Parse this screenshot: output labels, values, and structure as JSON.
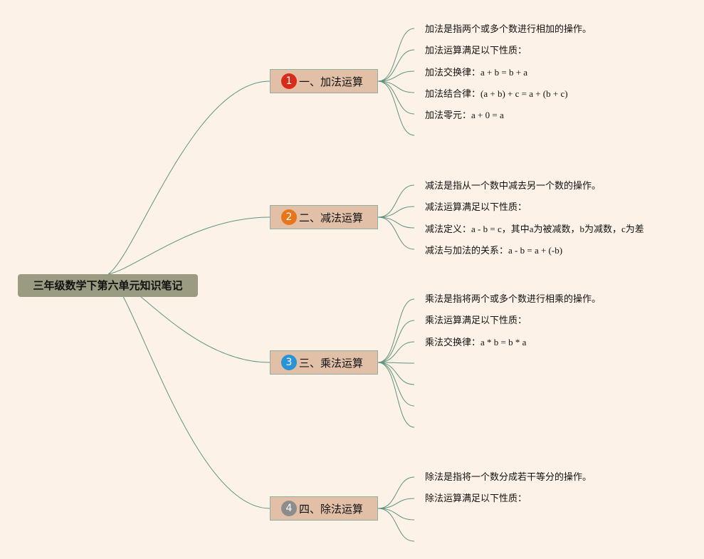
{
  "root": {
    "title": "三年级数学下第六单元知识笔记"
  },
  "colors": {
    "background": "#fdf2e8",
    "root_fill": "#9a9b80",
    "branch_fill": "#e2c0a8",
    "connector": "#5f9382"
  },
  "branches": [
    {
      "number": "1",
      "label": "一、加法运算",
      "badge_color": "#d92b1a",
      "leaves": [
        {
          "text": "加法是指两个或多个数进行相加的操作。"
        },
        {
          "text": "加法运算满足以下性质："
        },
        {
          "text": "加法交换律：",
          "math": "a + b = b + a"
        },
        {
          "text": "加法结合律：",
          "math": "(a + b) + c = a + (b + c)"
        },
        {
          "text": "加法零元：",
          "math": "a + 0 = a"
        },
        {
          "text": ""
        }
      ]
    },
    {
      "number": "2",
      "label": "二、减法运算",
      "badge_color": "#e8751a",
      "leaves": [
        {
          "text": "减法是指从一个数中减去另一个数的操作。"
        },
        {
          "text": "减法运算满足以下性质："
        },
        {
          "text": "减法定义：",
          "math": "a - b = c，其中a为被减数，b为减数，c为差"
        },
        {
          "text": "减法与加法的关系：",
          "math": "a - b = a + (-b)"
        }
      ]
    },
    {
      "number": "3",
      "label": "三、乘法运算",
      "badge_color": "#2a93d5",
      "leaves": [
        {
          "text": "乘法是指将两个或多个数进行相乘的操作。"
        },
        {
          "text": "乘法运算满足以下性质："
        },
        {
          "text": "乘法交换律：",
          "math": "a * b = b * a"
        },
        {
          "text": ""
        },
        {
          "text": ""
        },
        {
          "text": ""
        },
        {
          "text": ""
        }
      ]
    },
    {
      "number": "4",
      "label": "四、除法运算",
      "badge_color": "#8c8c8c",
      "leaves": [
        {
          "text": "除法是指将一个数分成若干等分的操作。"
        },
        {
          "text": "除法运算满足以下性质："
        },
        {
          "text": ""
        },
        {
          "text": ""
        }
      ]
    }
  ]
}
